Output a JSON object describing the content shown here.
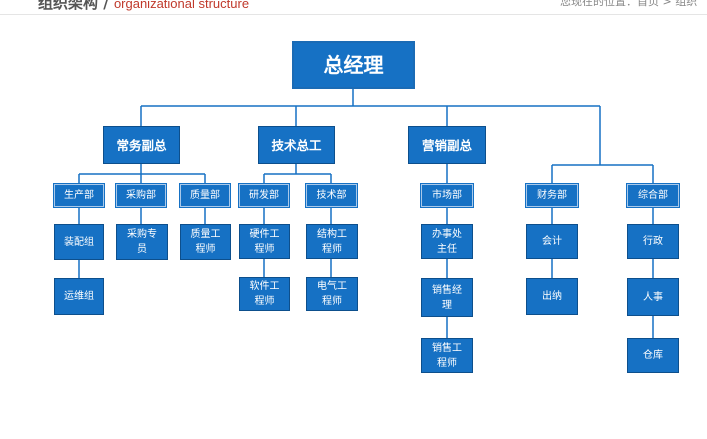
{
  "header": {
    "title_cn": "组织架构 /",
    "title_en": "organizational structure",
    "breadcrumb": "您现在的位置：首页 > 组织"
  },
  "org": {
    "top": "总经理",
    "level1": [
      "常务副总",
      "技术总工",
      "营销副总"
    ],
    "departments": {
      "production": "生产部",
      "purchasing": "采购部",
      "quality": "质量部",
      "rnd": "研发部",
      "technical": "技术部",
      "marketing": "市场部",
      "finance": "财务部",
      "general": "综合部"
    },
    "roles": {
      "assembly": "装配组",
      "maintenance": "运维组",
      "buyer": "采购专员",
      "quality_engineer": "质量工程师",
      "hardware_engineer": "硬件工程师",
      "software_engineer": "软件工程师",
      "structural_engineer": "结构工程师",
      "electrical_engineer": "电气工程师",
      "office_director": "办事处主任",
      "sales_manager": "销售经理",
      "sales_engineer": "销售工程师",
      "accountant": "会计",
      "cashier": "出纳",
      "administration": "行政",
      "hr": "人事",
      "warehouse": "仓库"
    }
  }
}
